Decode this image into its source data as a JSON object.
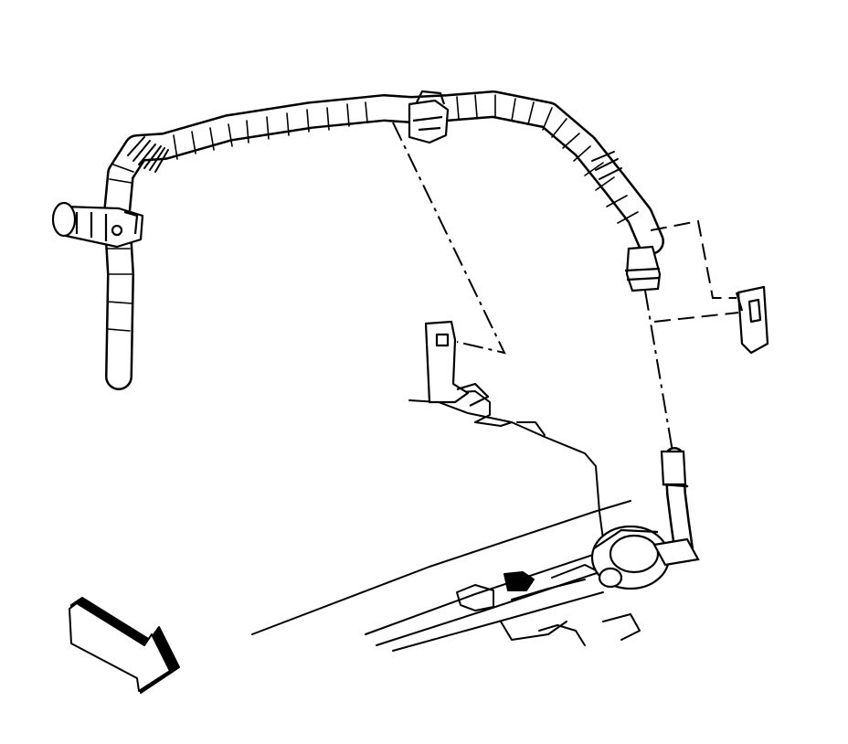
{
  "diagram": {
    "kind": "technical-line-drawing",
    "subject": "wiring-harness-routing",
    "line_color": "#000000",
    "background_color": "#ffffff",
    "direction_arrow": {
      "icon": "forward-direction-arrow-icon",
      "pointing": "down-right"
    },
    "callouts": [
      {
        "id": "center-clip",
        "from": "harness-clip-top",
        "to": "mounting-bracket-center",
        "style": "dash-dot"
      },
      {
        "id": "right-clip",
        "from": "harness-right-sleeve",
        "to": "mounting-bracket-right",
        "style": "long-dash"
      },
      {
        "id": "lower-connector",
        "from": "harness-right-sleeve",
        "to": "harness-lower-connector",
        "style": "dash-dot"
      }
    ],
    "labels": []
  }
}
